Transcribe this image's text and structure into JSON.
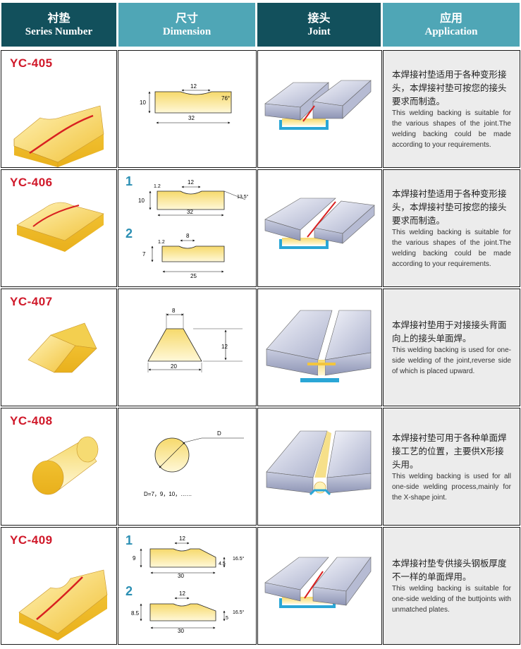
{
  "header": {
    "col1_zh": "衬垫",
    "col1_en": "Series Number",
    "col2_zh": "尺寸",
    "col2_en": "Dimension",
    "col3_zh": "接头",
    "col3_en": "Joint",
    "col4_zh": "应用",
    "col4_en": "Application"
  },
  "colors": {
    "header_dark": "#12505c",
    "header_light": "#4fa6b6",
    "code_red": "#d0192a",
    "backing_yellow": "#f2c53d",
    "app_bg": "#ececec"
  },
  "rows": [
    {
      "code": "YC-405",
      "app_zh": "本焊接衬垫适用于各种变形接头，本焊接衬垫可按您的接头要求而制造。",
      "app_en": "This welding backing is suitable for the various shapes of the joint.The welding backing could be made according to your requirements.",
      "dims": {
        "top": "12",
        "height": "10",
        "width": "32",
        "angle": "76°"
      }
    },
    {
      "code": "YC-406",
      "app_zh": "本焊接衬垫适用于各种变形接头，本焊接衬垫可按您的接头要求而制造。",
      "app_en": "This welding backing is suitable for the various shapes of the joint.The welding backing could be made according to your requirements.",
      "dims": {
        "n1": "1",
        "a_dep": "1.2",
        "a_top": "12",
        "a_h": "10",
        "a_ang": "13.5°",
        "a_w": "32",
        "n2": "2",
        "b_dep": "1.2",
        "b_top": "8",
        "b_h": "7",
        "b_w": "25"
      }
    },
    {
      "code": "YC-407",
      "app_zh": "本焊接衬垫用于对接接头背面向上的接头单面焊。",
      "app_en": "This welding backing is used for one-side welding of the joint,reverse side of which is placed upward.",
      "dims": {
        "top": "8",
        "h": "12",
        "w": "20"
      }
    },
    {
      "code": "YC-408",
      "app_zh": "本焊接衬垫可用于各种单面焊接工艺的位置，主要供X形接头用。",
      "app_en": "This welding backing is used for all one-side welding process,mainly for the X-shape joint.",
      "dims": {
        "d": "D",
        "note": "D=7，9，10，……"
      }
    },
    {
      "code": "YC-409",
      "app_zh": "本焊接衬垫专供接头钢板厚度不一样的单面焊用。",
      "app_en": "This welding backing is suitable for one-side welding of the buttjoints with unmatched plates.",
      "dims": {
        "n1": "1",
        "a_top": "12",
        "a_h": "9",
        "a_ang": "16.5°",
        "a_r": "4.5",
        "a_w": "30",
        "n2": "2",
        "b_top": "12",
        "b_h": "8.5",
        "b_ang": "16.5°",
        "b_r": "5",
        "b_w": "30"
      }
    }
  ]
}
